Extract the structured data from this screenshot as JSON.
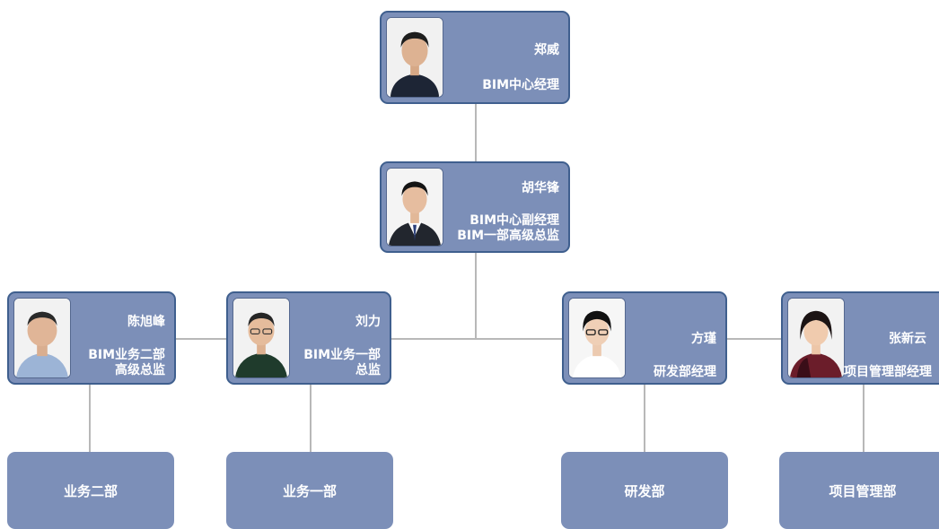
{
  "top": {
    "name": "郑威",
    "title": "BIM中心经理"
  },
  "deputy": {
    "name": "胡华锋",
    "title_1": "BIM中心副经理",
    "title_2": "BIM一部高级总监"
  },
  "chen": {
    "name": "陈旭峰",
    "title_1": "BIM业务二部",
    "title_2": "高级总监"
  },
  "liu": {
    "name": "刘力",
    "title_1": "BIM业务一部",
    "title_2": "总监"
  },
  "fang": {
    "name": "方瑾",
    "title": "研发部经理"
  },
  "zhang": {
    "name": "张新云",
    "title": "项目管理部经理"
  },
  "departments": [
    "业务二部",
    "业务一部",
    "研发部",
    "项目管理部"
  ],
  "colors": {
    "card_fill": "#7c8fb8",
    "card_border": "#3f5f8e",
    "connector": "#b8b8b8",
    "text": "#ffffff"
  },
  "icons": {
    "portrait": "person-photo-icon"
  }
}
